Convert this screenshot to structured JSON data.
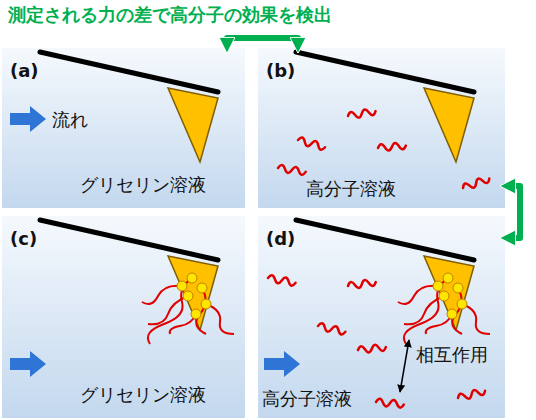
{
  "diagram": {
    "title": "測定される力の差で高分子の効果を検出",
    "nodes": [
      {
        "text": [
          "(a)",
          "流れ",
          "グリセリン溶液"
        ]
      },
      {
        "text": [
          "(b)",
          "高分子溶液"
        ]
      },
      {
        "text": [
          "(c)",
          "グリセリン溶液"
        ]
      },
      {
        "text": [
          "(d)",
          "高分子溶液",
          "相互作用"
        ]
      }
    ],
    "edges": [
      {
        "from": 0,
        "to": 1,
        "arrow": "both"
      },
      {
        "from": 1,
        "to": 3,
        "arrow": "both"
      }
    ]
  }
}
